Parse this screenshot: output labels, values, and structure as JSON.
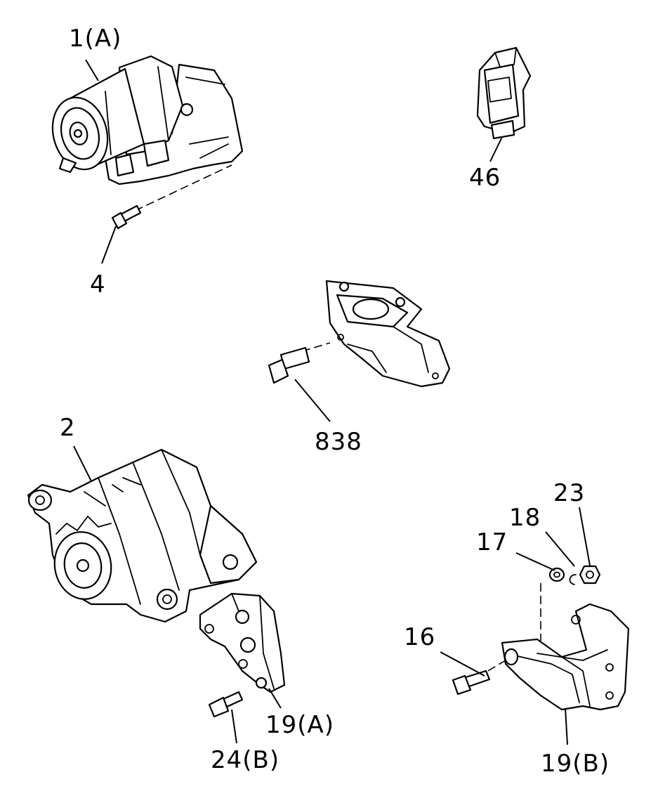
{
  "labels": {
    "starter": "1(A)",
    "starter_bolt": "4",
    "relay": "46",
    "sensor": "838",
    "alternator": "2",
    "nut": "23",
    "lock_washer": "18",
    "washer": "17",
    "bracket_bolt": "16",
    "bracket_b": "19(B)",
    "bracket_a": "19(A)",
    "alt_bolt": "24(B)"
  }
}
